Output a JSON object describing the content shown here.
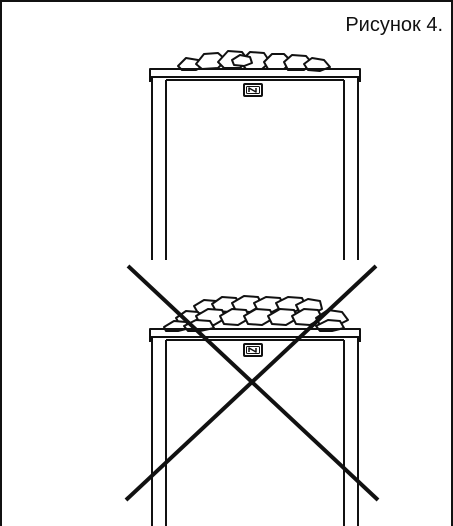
{
  "figure": {
    "caption": "Рисунок 4."
  },
  "heaters": [
    {
      "label": "correct-loading",
      "crossed_out": false
    },
    {
      "label": "incorrect-loading",
      "crossed_out": true
    }
  ],
  "colors": {
    "line": "#111111",
    "background": "#ffffff"
  },
  "logo": {
    "text": "N"
  }
}
